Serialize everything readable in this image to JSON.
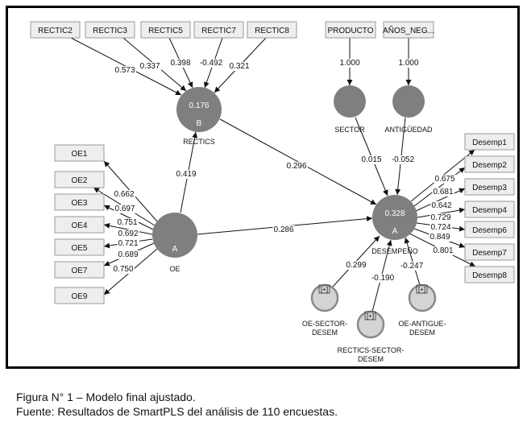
{
  "caption": {
    "title": "Figura N° 1 – Modelo final ajustado.",
    "source": "Fuente: Resultados de SmartPLS del análisis de 110 encuestas."
  },
  "diagram": {
    "constructs": [
      {
        "id": "RECTICS",
        "name": "RECTICS",
        "value": "0.176",
        "letter": "B"
      },
      {
        "id": "OE",
        "name": "OE",
        "value": "",
        "letter": "A"
      },
      {
        "id": "DESEMPENO",
        "name": "DESEMPEÑO",
        "value": "0.328",
        "letter": "A"
      },
      {
        "id": "SECTOR",
        "name": "SECTOR",
        "value": "",
        "letter": ""
      },
      {
        "id": "ANTIGUEDAD",
        "name": "ANTIGÜEDAD",
        "value": "",
        "letter": ""
      },
      {
        "id": "OE_SECTOR",
        "name": "OE-SECTOR-DESEM",
        "lines": [
          "OE-SECTOR-",
          "DESEM"
        ],
        "moderator": true,
        "plus": "[+]"
      },
      {
        "id": "RECTICS_SECTOR",
        "name": "RECTICS-SECTOR-DESEM",
        "lines": [
          "RECTICS-SECTOR-",
          "DESEM"
        ],
        "moderator": true,
        "plus": "[+]"
      },
      {
        "id": "OE_ANTIGUE",
        "name": "OE-ANTIGUE-DESEM",
        "lines": [
          "OE-ANTIGUE-",
          "DESEM"
        ],
        "moderator": true,
        "plus": "[+]"
      }
    ],
    "indicators": [
      {
        "id": "RECTIC2",
        "label": "RECTIC2",
        "construct": "RECTICS",
        "loading": "0.573"
      },
      {
        "id": "RECTIC3",
        "label": "RECTIC3",
        "construct": "RECTICS",
        "loading": "0.337"
      },
      {
        "id": "RECTIC5",
        "label": "RECTIC5",
        "construct": "RECTICS",
        "loading": "0.398"
      },
      {
        "id": "RECTIC7",
        "label": "RECTIC7",
        "construct": "RECTICS",
        "loading": "-0.492"
      },
      {
        "id": "RECTIC8",
        "label": "RECTIC8",
        "construct": "RECTICS",
        "loading": "0.321"
      },
      {
        "id": "PRODUCTO",
        "label": "PRODUCTO",
        "construct": "SECTOR",
        "loading": "1.000"
      },
      {
        "id": "ANOS_NEG",
        "label": "AÑOS_NEG...",
        "construct": "ANTIGUEDAD",
        "loading": "1.000"
      },
      {
        "id": "OE1",
        "label": "OE1",
        "construct": "OE",
        "loading": "0.662"
      },
      {
        "id": "OE2",
        "label": "OE2",
        "construct": "OE",
        "loading": "0.697"
      },
      {
        "id": "OE3",
        "label": "OE3",
        "construct": "OE",
        "loading": "0.751"
      },
      {
        "id": "OE4",
        "label": "OE4",
        "construct": "OE",
        "loading": "0.692"
      },
      {
        "id": "OE5",
        "label": "OE5",
        "construct": "OE",
        "loading": "0.721"
      },
      {
        "id": "OE7",
        "label": "OE7",
        "construct": "OE",
        "loading": "0.689"
      },
      {
        "id": "OE9",
        "label": "OE9",
        "construct": "OE",
        "loading": "0.750"
      },
      {
        "id": "Desemp1",
        "label": "Desemp1",
        "construct": "DESEMPENO",
        "loading": "0.675"
      },
      {
        "id": "Desemp2",
        "label": "Desemp2",
        "construct": "DESEMPENO",
        "loading": "0.681"
      },
      {
        "id": "Desemp3",
        "label": "Desemp3",
        "construct": "DESEMPENO",
        "loading": "0.642"
      },
      {
        "id": "Desemp4",
        "label": "Desemp4",
        "construct": "DESEMPENO",
        "loading": "0.729"
      },
      {
        "id": "Desemp6",
        "label": "Desemp6",
        "construct": "DESEMPENO",
        "loading": "0.724"
      },
      {
        "id": "Desemp7",
        "label": "Desemp7",
        "construct": "DESEMPENO",
        "loading": "0.849"
      },
      {
        "id": "Desemp8",
        "label": "Desemp8",
        "construct": "DESEMPENO",
        "loading": "0.801"
      }
    ],
    "paths": [
      {
        "from": "OE",
        "to": "RECTICS",
        "coefficient": "0.419"
      },
      {
        "from": "RECTICS",
        "to": "DESEMPENO",
        "coefficient": "0.296"
      },
      {
        "from": "OE",
        "to": "DESEMPENO",
        "coefficient": "0.286"
      },
      {
        "from": "SECTOR",
        "to": "DESEMPENO",
        "coefficient": "0.015"
      },
      {
        "from": "ANTIGUEDAD",
        "to": "DESEMPENO",
        "coefficient": "-0.052"
      },
      {
        "from": "OE_SECTOR",
        "to": "DESEMPENO",
        "coefficient": "0.299"
      },
      {
        "from": "RECTICS_SECTOR",
        "to": "DESEMPENO",
        "coefficient": "-0.190"
      },
      {
        "from": "OE_ANTIGUE",
        "to": "DESEMPENO",
        "coefficient": "-0.247"
      }
    ]
  }
}
